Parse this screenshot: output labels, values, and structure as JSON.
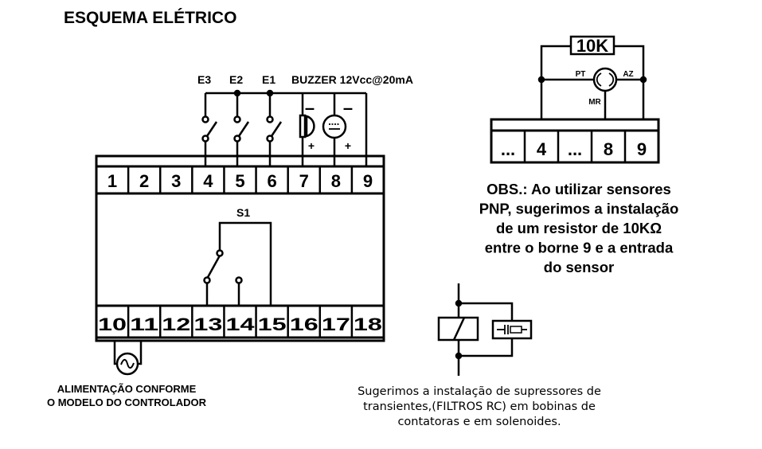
{
  "title": "ESQUEMA ELÉTRICO",
  "top_terminals": [
    "1",
    "2",
    "3",
    "4",
    "5",
    "6",
    "7",
    "8",
    "9"
  ],
  "bottom_terminals": [
    "10",
    "11",
    "12",
    "13",
    "14",
    "15",
    "16",
    "17",
    "18"
  ],
  "input_labels": [
    "E3",
    "E2",
    "E1"
  ],
  "buzzer_label": "BUZZER 12Vcc@20mA",
  "polarity": {
    "minus": "–",
    "plus": "+"
  },
  "relay_label": "S1",
  "power_caption": [
    "ALIMENTAÇÃO CONFORME",
    "O MODELO DO CONTROLADOR"
  ],
  "sensor_diagram": {
    "resistor_label": "10K",
    "wire_labels": {
      "pt": "PT",
      "az": "AZ",
      "mr": "MR"
    },
    "terminals": [
      "...",
      "4",
      "...",
      "8",
      "9"
    ]
  },
  "obs_lines": [
    "OBS.: Ao utilizar sensores",
    "PNP, sugerimos a instalação",
    "de um resistor de 10KΩ",
    "entre o borne 9 e a entrada",
    "do sensor"
  ],
  "filter_note": [
    "Sugerimos a instalação de supressores de",
    "transientes,(FILTROS RC) em bobinas de",
    "contatoras e em solenoides."
  ]
}
